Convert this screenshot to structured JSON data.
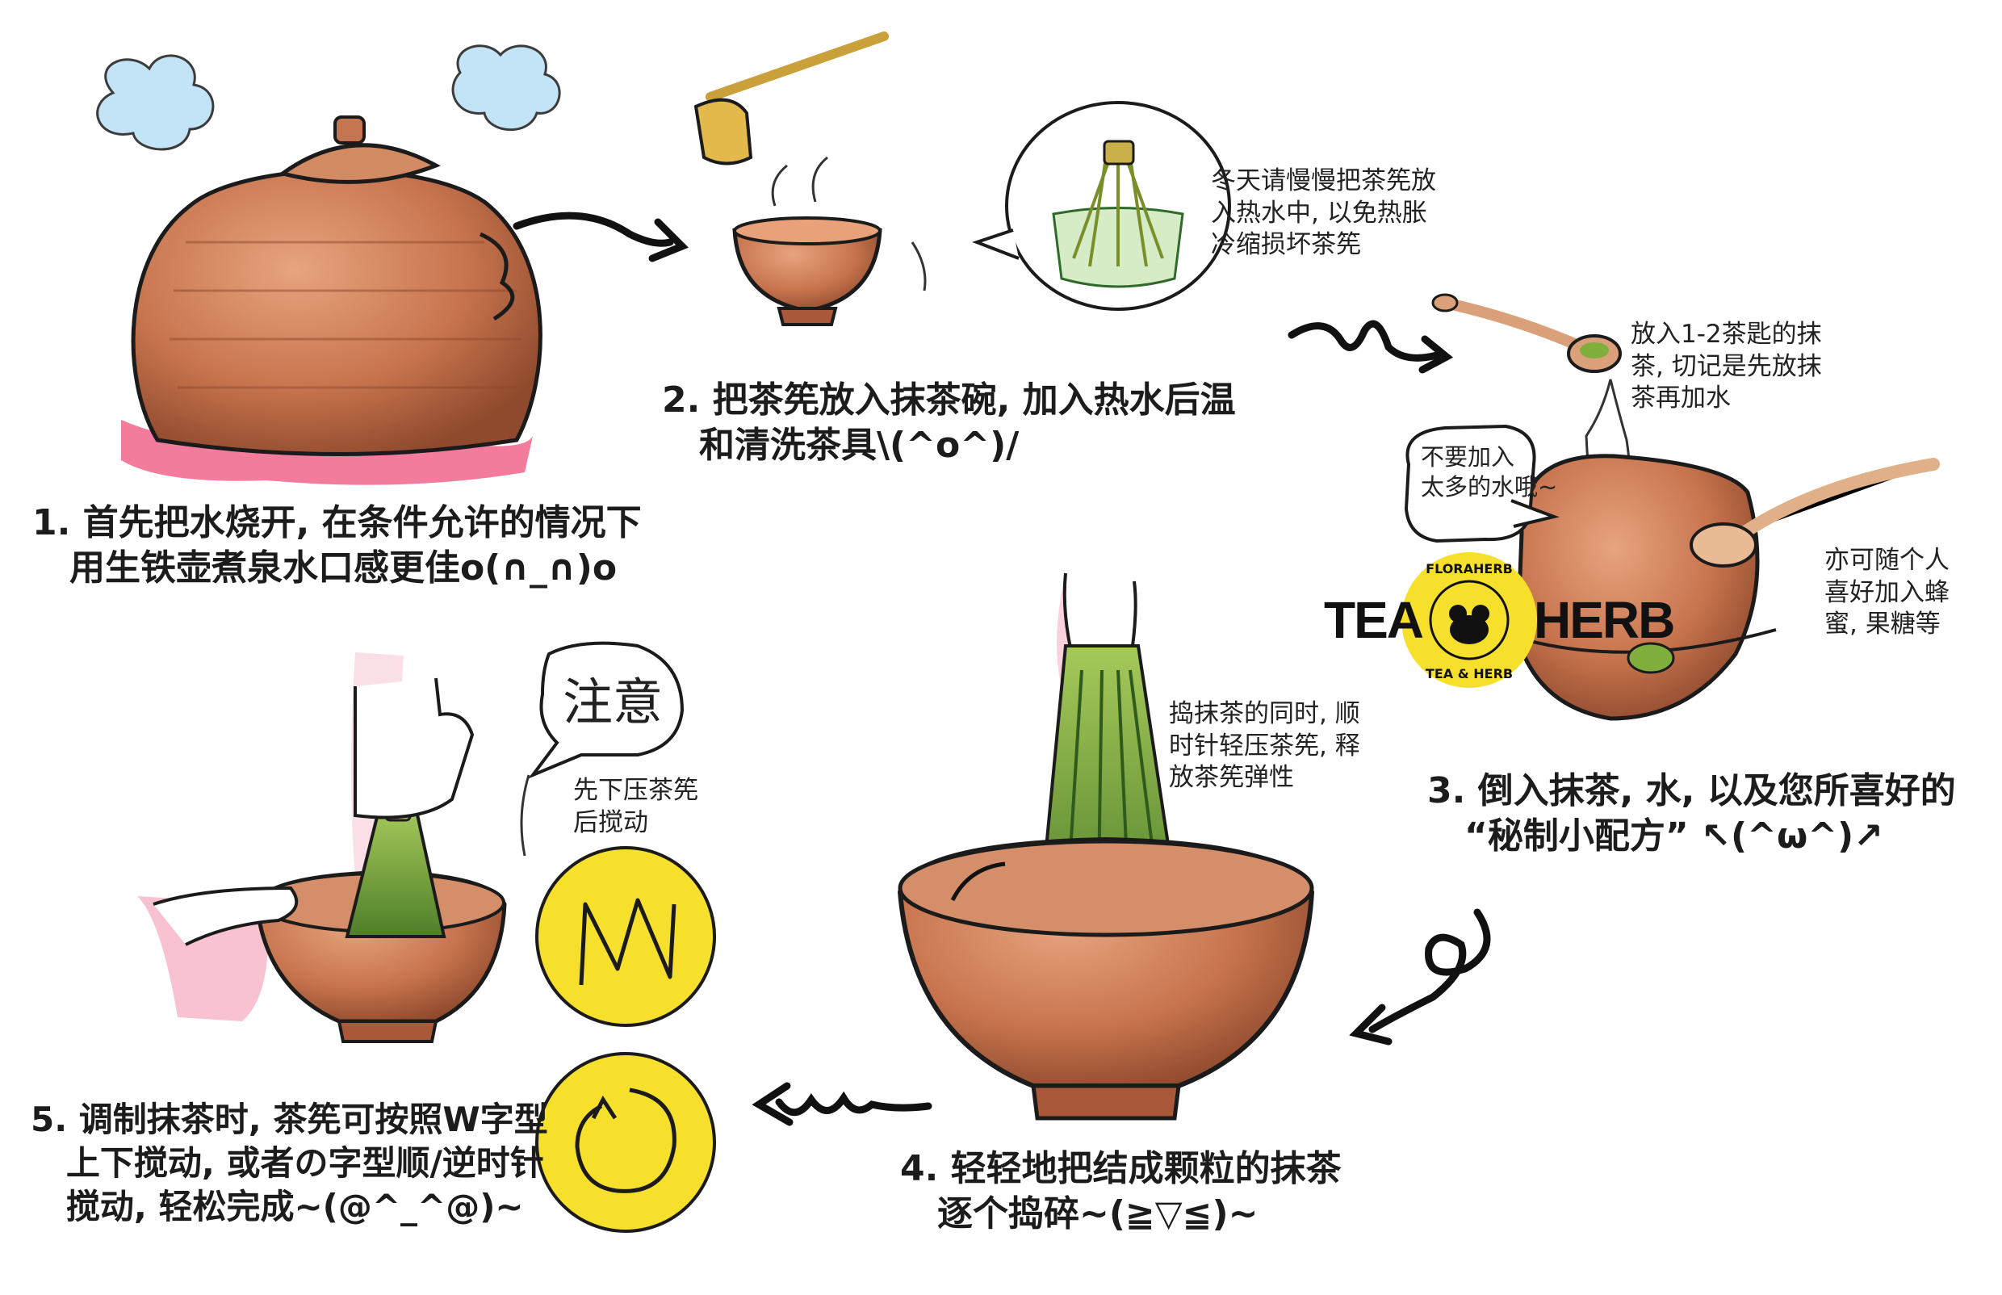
{
  "steps": [
    {
      "label": "1. 首先把水烧开, 在条件允许的情况下\n   用生铁壶煮泉水口感更佳o(∩_∩)o"
    },
    {
      "label": "2. 把茶筅放入抹茶碗, 加入热水后温\n   和清洗茶具\\(^o^)/"
    },
    {
      "label": "3. 倒入抹茶, 水, 以及您所喜好的\n   “秘制小配方” ↖(^ω^)↗"
    },
    {
      "label": "4. 轻轻地把结成颗粒的抹茶\n   逐个捣碎~(≧▽≦)~"
    },
    {
      "label": "5. 调制抹茶时, 茶筅可按照W字型\n   上下搅动, 或者の字型顺/逆时针\n   搅动, 轻松完成~(@^_^@)~"
    }
  ],
  "notes": {
    "winter": "冬天请慢慢把茶筅放\n入热水中, 以免热胀\n冷缩损坏茶筅",
    "spoon": "放入1-2茶匙的抹\n茶, 切记是先放抹\n茶再加水",
    "water": "不要加入\n太多的水哦~",
    "honey": "亦可随个人\n喜好加入蜂\n蜜, 果糖等",
    "mash": "捣抹茶的同时, 顺\n时针轻压茶筅, 释\n放茶筅弹性",
    "attention_title": "注意",
    "attention_text": "先下压茶筅\n后搅动"
  },
  "logo": {
    "left_word": "TEA",
    "right_word": "HERB",
    "ring_top": "FLORAHERB",
    "ring_bottom": "TEA & HERB"
  },
  "icons": [
    "kettle-icon",
    "matcha-bowl-icon",
    "scoop-icon",
    "whisk-icon",
    "spoon-icon",
    "hand-icon",
    "w-motion-icon",
    "circle-motion-icon",
    "arrow-icon"
  ],
  "colors": {
    "terracotta": "#c7744e",
    "terracotta_dark": "#8f4a2d",
    "matcha": "#7fae3c",
    "yellow": "#f6e02b",
    "pink": "#ef4f7b",
    "ink": "#1b1b1b"
  }
}
